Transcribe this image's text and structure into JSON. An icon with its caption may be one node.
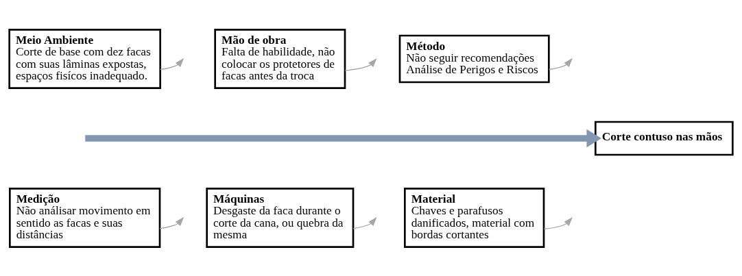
{
  "diagram": {
    "nodes": [
      {
        "text": [
          "Meio Ambiente",
          "Corte de base com dez facas com suas lâminas expostas, espaços fisícos inadequado."
        ]
      },
      {
        "text": [
          "Mão de obra",
          "Falta de habilidade, não colocar os protetores de facas antes da troca"
        ]
      },
      {
        "text": [
          "Método",
          "Não seguir recomendações Análise de Perigos e Riscos"
        ]
      },
      {
        "text": [
          "Medição",
          "Não análisar movimento em sentido as facas e suas distâncias"
        ]
      },
      {
        "text": [
          "Máquinas",
          "Desgaste da faca durante o corte da cana, ou quebra da mesma"
        ]
      },
      {
        "text": [
          "Material",
          "Chaves e parafusos danificados, material com bordas cortantes"
        ]
      },
      {
        "text": [
          "Corte contuso nas mãos"
        ]
      }
    ],
    "edges": [
      {
        "from": 0,
        "to": null,
        "arrow": "to"
      },
      {
        "from": 1,
        "to": null,
        "arrow": "to"
      },
      {
        "from": 2,
        "to": null,
        "arrow": "to"
      },
      {
        "from": 3,
        "to": null,
        "arrow": "to"
      },
      {
        "from": 4,
        "to": null,
        "arrow": "to"
      },
      {
        "from": 5,
        "to": null,
        "arrow": "to"
      },
      {
        "from": null,
        "to": 6,
        "arrow": "to",
        "style": "thick",
        "color": "#8497b0"
      }
    ]
  }
}
